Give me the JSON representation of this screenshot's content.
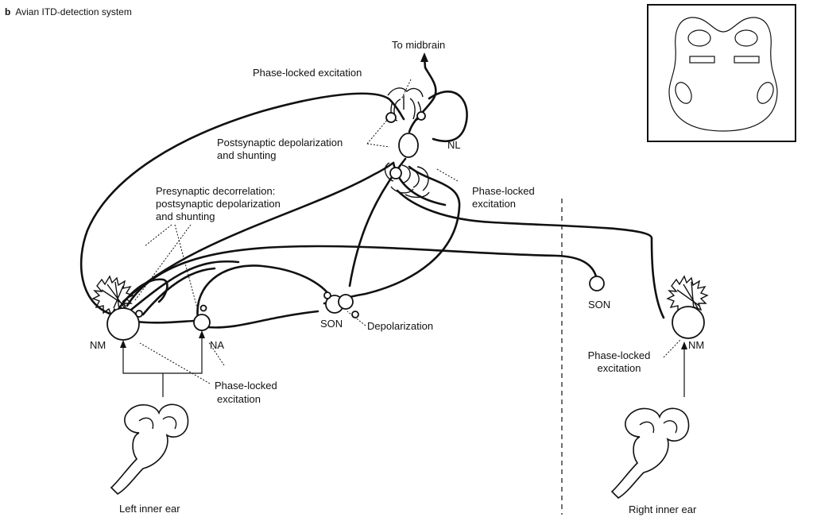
{
  "figure": {
    "panel_letter": "b",
    "title": "Avian ITD-detection system"
  },
  "labels": {
    "to_midbrain": "To midbrain",
    "phase_locked_top": "Phase-locked excitation",
    "postsynaptic_line1": "Postsynaptic depolarization",
    "postsynaptic_line2": "and shunting",
    "nl": "NL",
    "presynaptic_line1": "Presynaptic decorrelation:",
    "presynaptic_line2": "postsynaptic depolarization",
    "presynaptic_line3": "and shunting",
    "phase_locked_right_line1": "Phase-locked",
    "phase_locked_right_line2": "excitation",
    "son_left": "SON",
    "son_right": "SON",
    "depolarization": "Depolarization",
    "nm_left": "NM",
    "na": "NA",
    "phase_locked_bottom_line1": "Phase-locked",
    "phase_locked_bottom_line2": "excitation",
    "phase_locked_nm_right_line1": "Phase-locked",
    "phase_locked_nm_right_line2": "excitation",
    "nm_right": "NM",
    "left_ear": "Left inner ear",
    "right_ear": "Right inner ear"
  }
}
